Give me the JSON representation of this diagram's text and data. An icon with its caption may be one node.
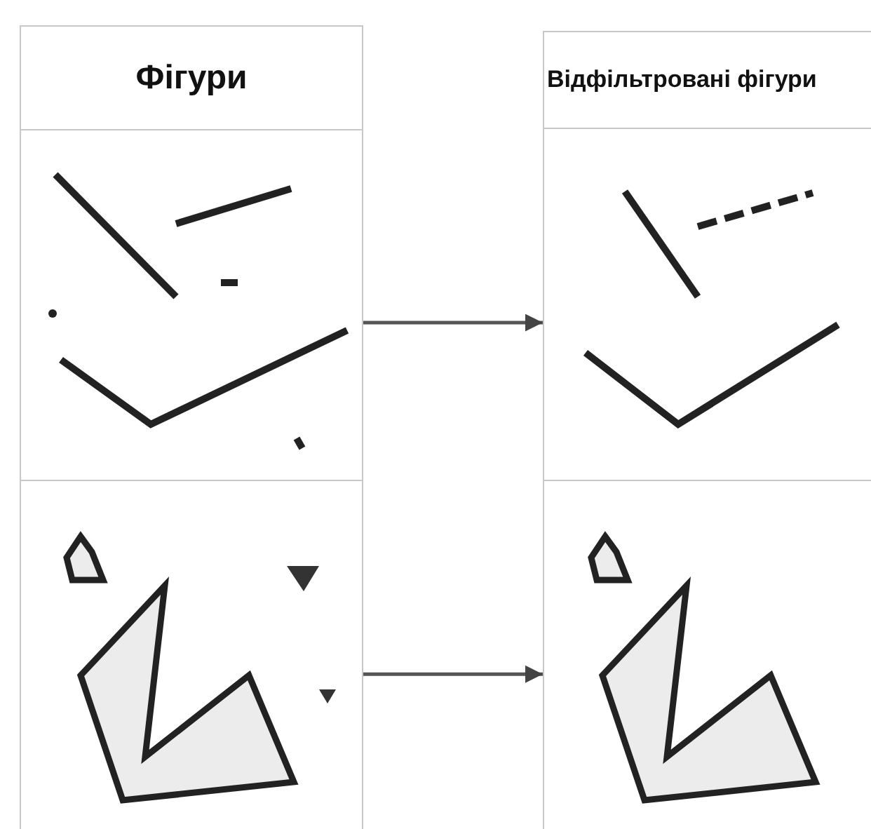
{
  "diagram": {
    "nodes": [
      {
        "text": [
          "Фігури"
        ]
      },
      {
        "text": [
          "Відфільтровані фігури"
        ]
      },
      {
        "text": [],
        "shape": "picture"
      },
      {
        "text": [],
        "shape": "picture"
      },
      {
        "text": [],
        "shape": "picture"
      },
      {
        "text": [],
        "shape": "picture"
      }
    ],
    "edges": [
      {
        "from": 2,
        "to": 4,
        "arrow": "to"
      },
      {
        "from": 3,
        "to": 5,
        "arrow": "to"
      }
    ]
  }
}
